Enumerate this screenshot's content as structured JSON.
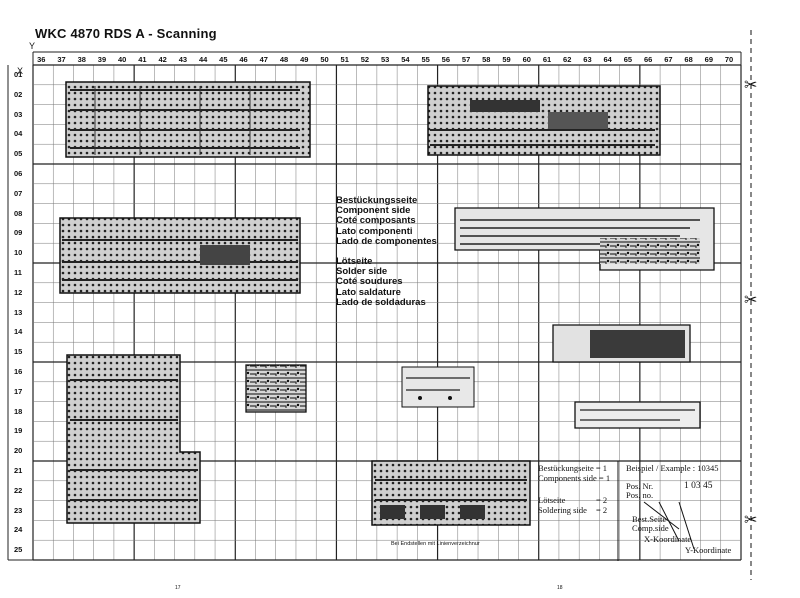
{
  "title": "WKC 4870 RDS A - Scanning",
  "axis": {
    "y_letter": "Y",
    "x_letter": "X",
    "columns": [
      "36",
      "37",
      "38",
      "39",
      "40",
      "41",
      "42",
      "43",
      "44",
      "45",
      "46",
      "47",
      "48",
      "49",
      "50",
      "51",
      "52",
      "53",
      "54",
      "55",
      "56",
      "57",
      "58",
      "59",
      "60",
      "61",
      "62",
      "63",
      "64",
      "65",
      "66",
      "67",
      "68",
      "69",
      "70"
    ],
    "rows": [
      "01",
      "02",
      "03",
      "04",
      "05",
      "06",
      "07",
      "08",
      "09",
      "10",
      "11",
      "12",
      "13",
      "14",
      "15",
      "16",
      "17",
      "18",
      "19",
      "20",
      "21",
      "22",
      "23",
      "24",
      "25"
    ]
  },
  "component_side_lines": [
    "Bestückungsseite",
    "Component side",
    "Coté composants",
    "Lato componenti",
    "Lado de componentes"
  ],
  "solder_side_lines": [
    "Lötseite",
    "Solder side",
    "Coté soudures",
    "Lato saldature",
    "Lado de soldaduras"
  ],
  "legend": {
    "comp_de": "Bestückungseite =  1",
    "comp_en": "Components side = 1",
    "solder_de": "Lötseite",
    "solder_en": "Soldering side",
    "solder_val1": "= 2",
    "solder_val2": "= 2",
    "example": "Beispiel / Example : 10345",
    "pos_nr": "Pos. Nr.",
    "pos_no": "Pos. no.",
    "pos_digits": "1  03  45",
    "best_seite": "Best.Seite",
    "comp_side": "Comp.side",
    "x_koord": "X-Koordinate",
    "y_koord": "Y-Koordinate"
  },
  "footnote": "Bei Endstellen mit Linienverzeichnur",
  "page_left": "17",
  "page_right": "18"
}
